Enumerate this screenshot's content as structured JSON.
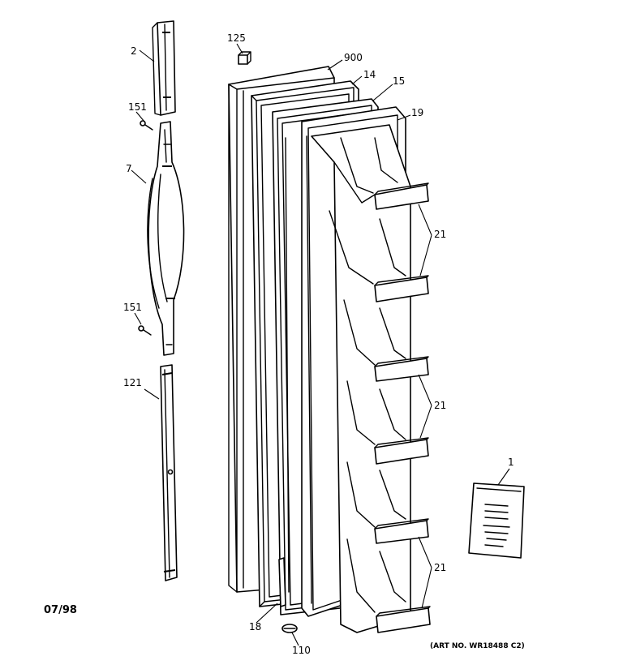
{
  "diagram": {
    "date_code": "07/98",
    "art_number": "(ART NO. WR18488 C2)",
    "parts": {
      "p1": "1",
      "p2": "2",
      "p7": "7",
      "p14": "14",
      "p15": "15",
      "p18": "18",
      "p19": "19",
      "p21a": "21",
      "p21b": "21",
      "p21c": "21",
      "p110": "110",
      "p121": "121",
      "p125": "125",
      "p151a": "151",
      "p151b": "151",
      "p900": "900"
    }
  }
}
